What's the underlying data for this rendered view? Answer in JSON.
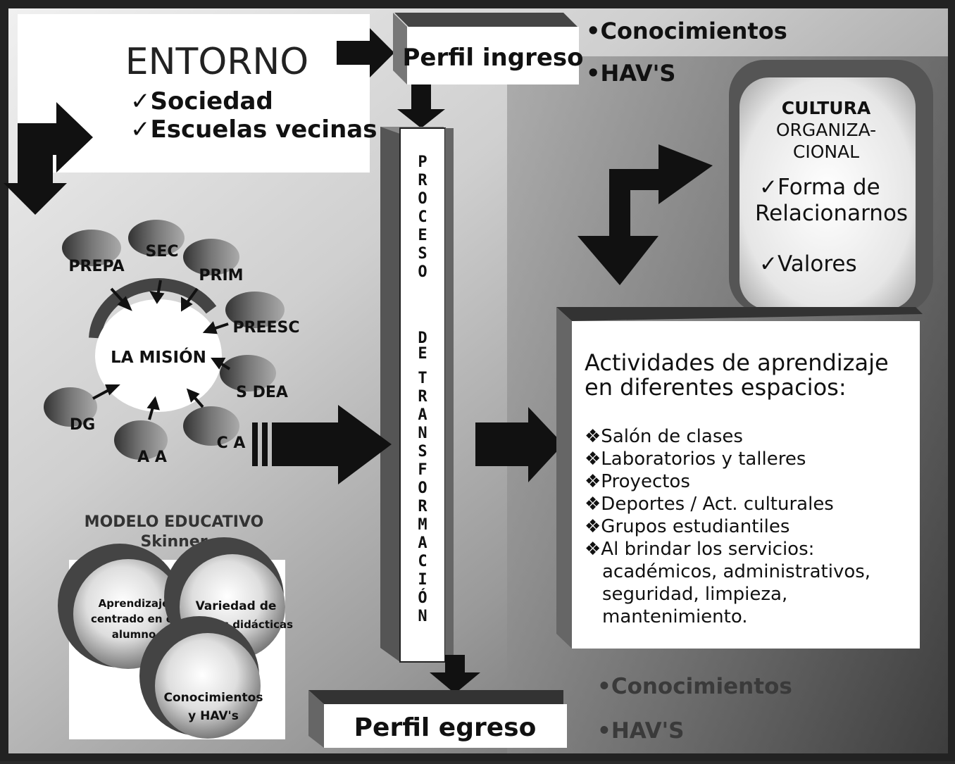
{
  "entorno": {
    "title": "ENTORNO",
    "items": [
      "✓Sociedad",
      "✓Escuelas vecinas"
    ]
  },
  "perfil_ingreso": {
    "label": "Perfil ingreso",
    "bullets": [
      "•Conocimientos",
      "•HAV'S"
    ]
  },
  "proceso": {
    "word1": "PROCESO",
    "word2": "DE",
    "word3": "TRANSFORMACIÓN"
  },
  "cultura": {
    "title_lines": [
      "CULTURA",
      "ORGANIZA-",
      "CIONAL"
    ],
    "item1_lines": [
      "✓Forma de",
      "Relacionarnos"
    ],
    "item2": "✓Valores"
  },
  "mision": {
    "center": "LA MISIÓN",
    "nodes": [
      "PREPA",
      "SEC",
      "PRIM",
      "PREESC",
      "S DEA",
      "C A",
      "A A",
      "DG"
    ]
  },
  "actividades": {
    "title_lines": [
      "Actividades de aprendizaje",
      "en diferentes espacios:"
    ],
    "items": [
      "❖Salón de clases",
      "❖Laboratorios y talleres",
      "❖Proyectos",
      "❖Deportes / Act. culturales",
      "❖Grupos estudiantiles",
      "❖Al brindar los servicios:"
    ],
    "continuation": [
      "académicos, administrativos,",
      "seguridad,   limpieza,",
      "mantenimiento."
    ]
  },
  "modelo": {
    "title": "MODELO EDUCATIVO",
    "subtitle": "Skinner",
    "circles": [
      [
        "Aprendizaje",
        "centrado en el",
        "alumno"
      ],
      [
        "Variedad de",
        "Técnicas didácticas"
      ],
      [
        "Conocimientos",
        "y HAV's"
      ]
    ]
  },
  "perfil_egreso": {
    "label": "Perfil egreso",
    "bullets": [
      "•Conocimientos",
      "•HAV'S"
    ]
  }
}
